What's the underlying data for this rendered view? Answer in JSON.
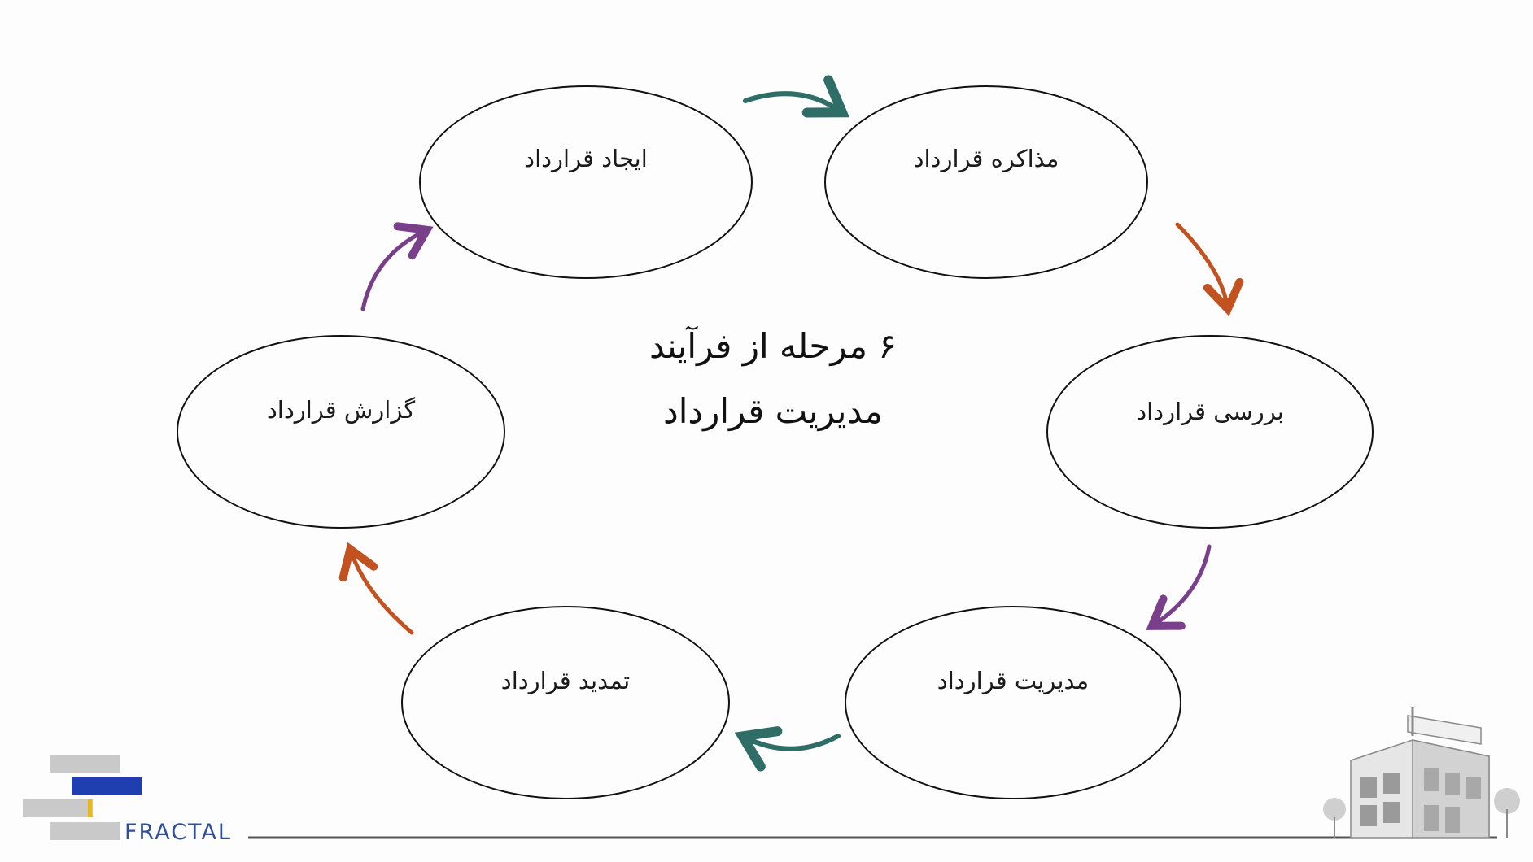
{
  "title": {
    "line1": "۶ مرحله از فرآیند",
    "line2": "مدیریت قرارداد"
  },
  "stages": [
    {
      "id": "create",
      "label": "ایجاد قرارداد"
    },
    {
      "id": "negotiate",
      "label": "مذاکره قرارداد"
    },
    {
      "id": "review",
      "label": "بررسی قرارداد"
    },
    {
      "id": "manage",
      "label": "مدیریت قرارداد"
    },
    {
      "id": "extend",
      "label": "تمدید قرارداد"
    },
    {
      "id": "report",
      "label": "گزارش قرارداد"
    }
  ],
  "arrows": [
    {
      "from": "create",
      "to": "negotiate",
      "color": "#2e6e66"
    },
    {
      "from": "negotiate",
      "to": "review",
      "color": "#c2521f"
    },
    {
      "from": "review",
      "to": "manage",
      "color": "#7a3f8a"
    },
    {
      "from": "manage",
      "to": "extend",
      "color": "#2e6e66"
    },
    {
      "from": "extend",
      "to": "report",
      "color": "#c2521f"
    },
    {
      "from": "report",
      "to": "create",
      "color": "#7a3f8a"
    }
  ],
  "logo": {
    "text": "FRACTAL",
    "accent_blue": "#1f3fb0",
    "accent_yellow": "#f2b705",
    "bar_gray": "#c9c9c9"
  },
  "decor": {
    "building_icon": "building-icon"
  }
}
